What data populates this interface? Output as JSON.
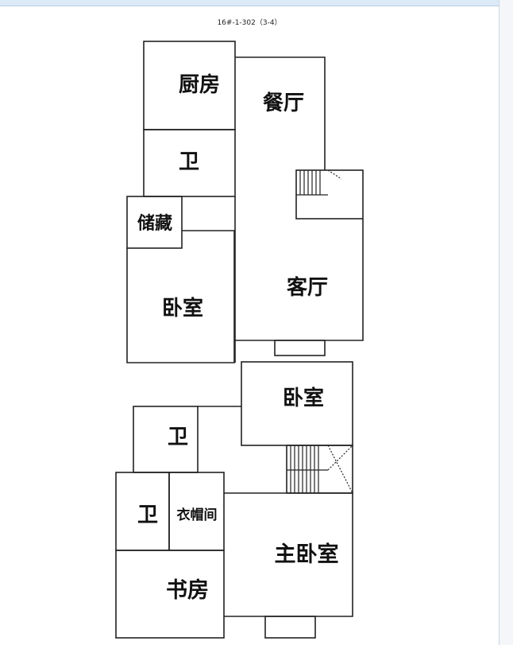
{
  "title": "16#-1-302（3-4）",
  "rooms": {
    "kitchen": "厨房",
    "dining": "餐厅",
    "bath1": "卫",
    "storage": "储藏",
    "bedroom1": "卧室",
    "living": "客厅",
    "bedroom2": "卧室",
    "bath2": "卫",
    "bath3": "卫",
    "closet": "衣帽间",
    "master": "主卧室",
    "study": "书房"
  }
}
